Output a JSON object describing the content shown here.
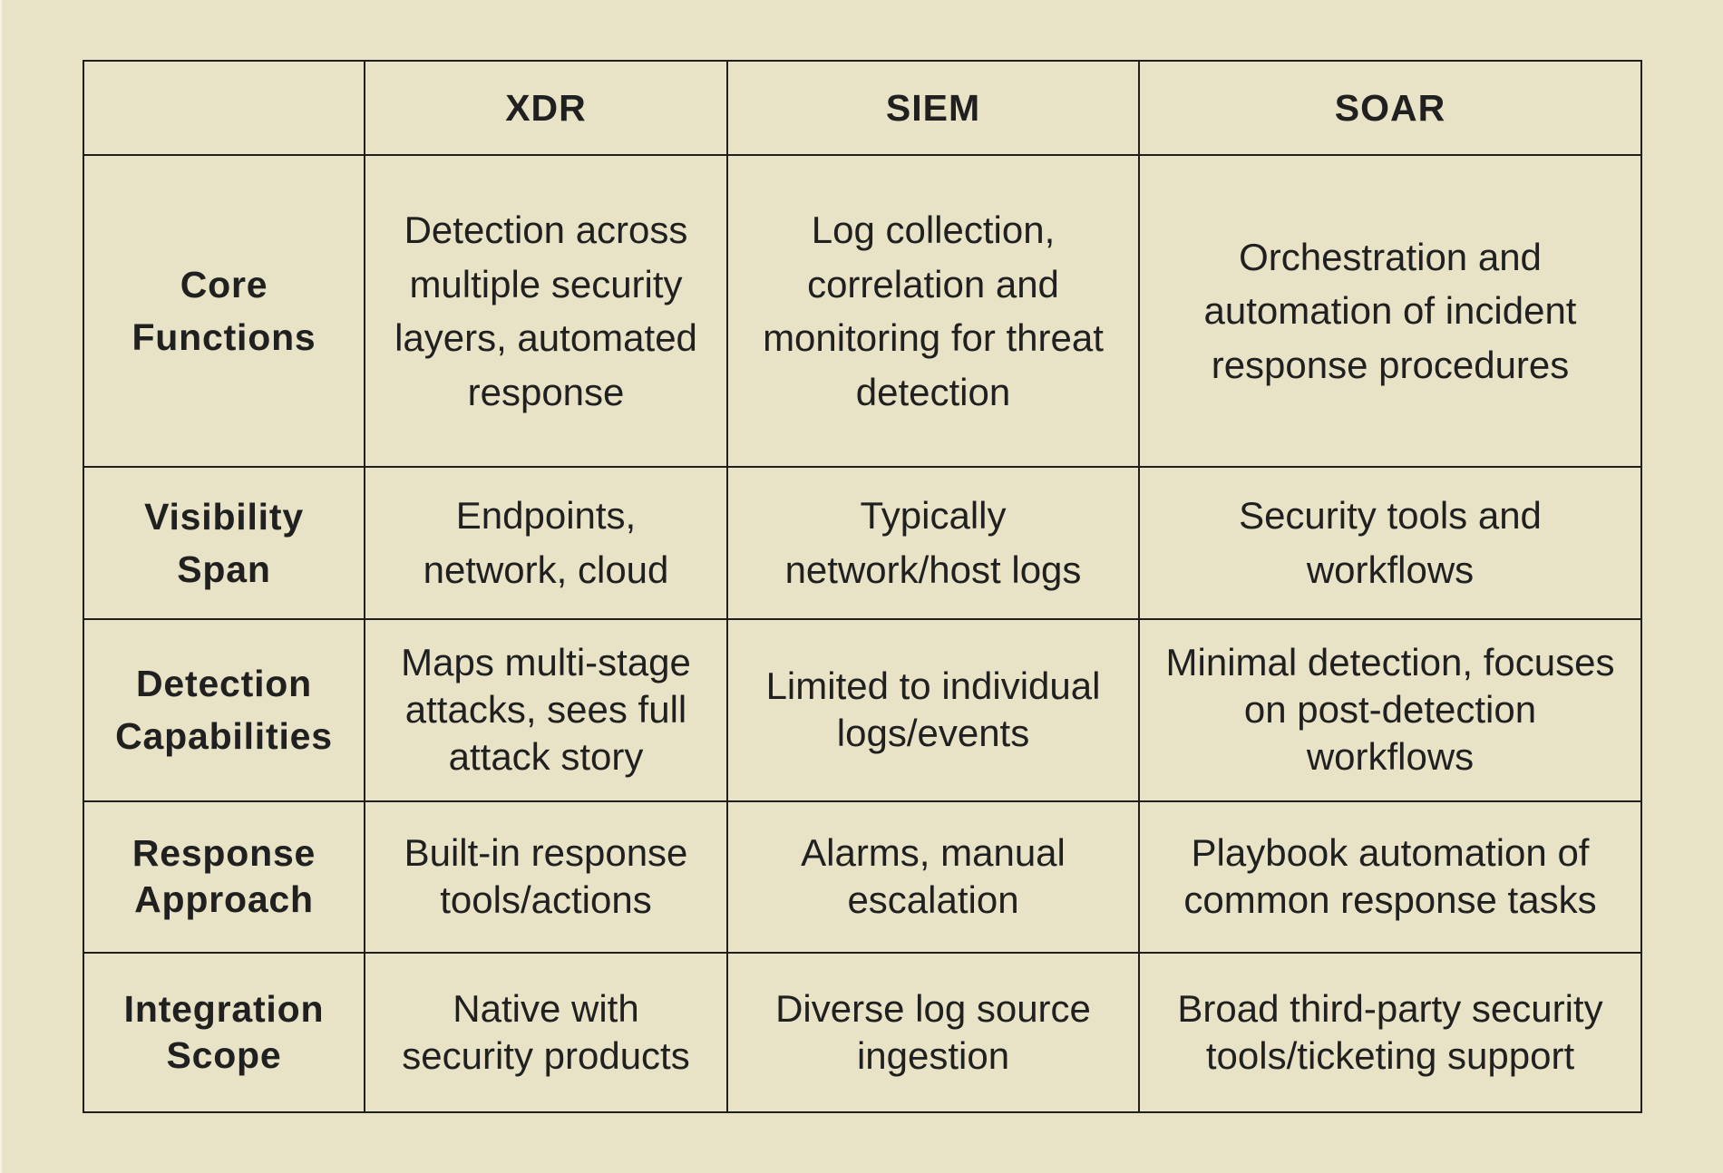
{
  "table": {
    "columns": [
      "",
      "XDR",
      "SIEM",
      "SOAR"
    ],
    "rows": [
      {
        "label": "Core Functions",
        "cells": [
          "Detection across multiple security layers, automated response",
          "Log collection, correlation and monitoring for threat detection",
          "Orchestration and automation of incident response procedures"
        ]
      },
      {
        "label": "Visibility Span",
        "cells": [
          "Endpoints, network, cloud",
          "Typically network/host logs",
          "Security tools and workflows"
        ]
      },
      {
        "label": "Detection Capabilities",
        "cells": [
          "Maps multi-stage attacks, sees full attack story",
          "Limited to individual logs/events",
          "Minimal detection, focuses on post-detection workflows"
        ]
      },
      {
        "label": "Response Approach",
        "cells": [
          "Built-in response tools/actions",
          "Alarms, manual escalation",
          "Playbook automation of common response tasks"
        ]
      },
      {
        "label": "Integration Scope",
        "cells": [
          "Native with security products",
          "Diverse log source ingestion",
          "Broad third-party security tools/ticketing support"
        ]
      }
    ]
  }
}
